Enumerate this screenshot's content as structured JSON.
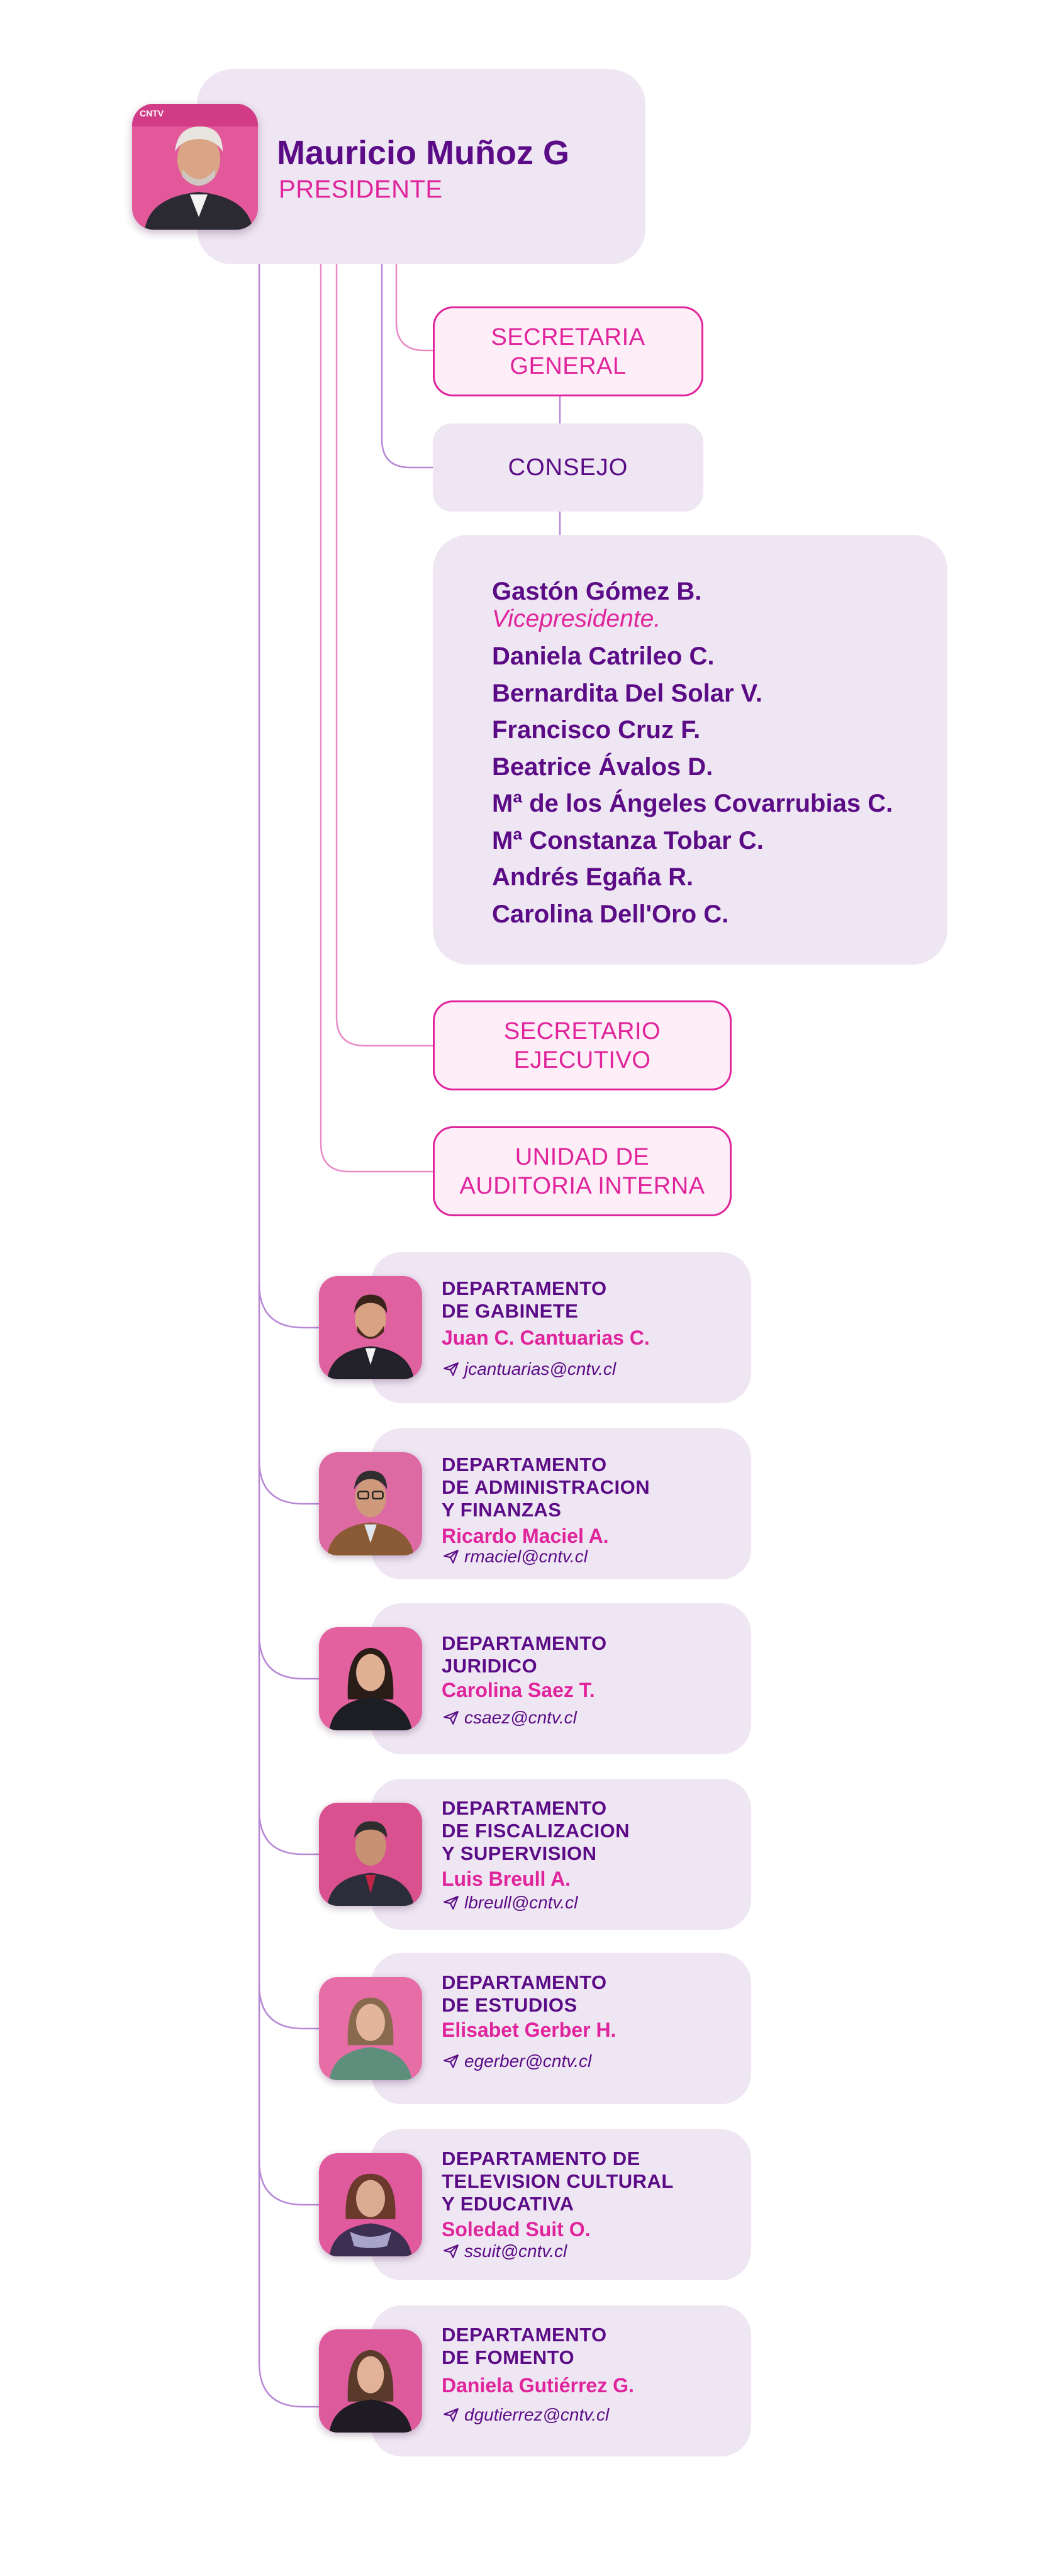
{
  "president": {
    "name": "Mauricio Muñoz G",
    "role": "PRESIDENTE",
    "photo_badge": "CNTV"
  },
  "boxes": {
    "secretaria_general": "SECRETARIA\nGENERAL",
    "consejo": "CONSEJO",
    "secretario_ejecutivo": "SECRETARIO\nEJECUTIVO",
    "auditoria": "UNIDAD DE\nAUDITORIA INTERNA"
  },
  "council": {
    "vice_name": "Gastón Gómez B.",
    "vice_role": "Vicepresidente.",
    "members": [
      "Daniela Catrileo C.",
      "Bernardita Del Solar V.",
      "Francisco Cruz F.",
      "Beatrice Ávalos D.",
      "Mª de los Ángeles Covarrubias C.",
      "Mª Constanza Tobar C.",
      "Andrés Egaña R.",
      "Carolina Dell'Oro C."
    ]
  },
  "departments": [
    {
      "title": "DEPARTAMENTO\nDE GABINETE",
      "head": "Juan C. Cantuarias C.",
      "email": "jcantuarias@cntv.cl"
    },
    {
      "title": "DEPARTAMENTO\nDE ADMINISTRACION\nY FINANZAS",
      "head": "Ricardo Maciel A.",
      "email": "rmaciel@cntv.cl"
    },
    {
      "title": "DEPARTAMENTO\nJURIDICO",
      "head": "Carolina Saez T.",
      "email": "csaez@cntv.cl"
    },
    {
      "title": "DEPARTAMENTO\nDE FISCALIZACION\nY SUPERVISION",
      "head": "Luis Breull A.",
      "email": "lbreull@cntv.cl"
    },
    {
      "title": "DEPARTAMENTO\nDE ESTUDIOS",
      "head": "Elisabet Gerber H.",
      "email": "egerber@cntv.cl"
    },
    {
      "title": "DEPARTAMENTO DE\nTELEVISION CULTURAL\nY EDUCATIVA",
      "head": "Soledad Suit O.",
      "email": "ssuit@cntv.cl"
    },
    {
      "title": "DEPARTAMENTO\nDE FOMENTO",
      "head": "Daniela Gutiérrez G.",
      "email": "dgutierrez@cntv.cl"
    }
  ],
  "colors": {
    "purple": "#5b0b86",
    "pink": "#e0249c",
    "lavender": "#efe6f3",
    "line": "#b07ccf",
    "pink_line": "#e0249c"
  },
  "icons": {
    "email": "send-icon"
  }
}
